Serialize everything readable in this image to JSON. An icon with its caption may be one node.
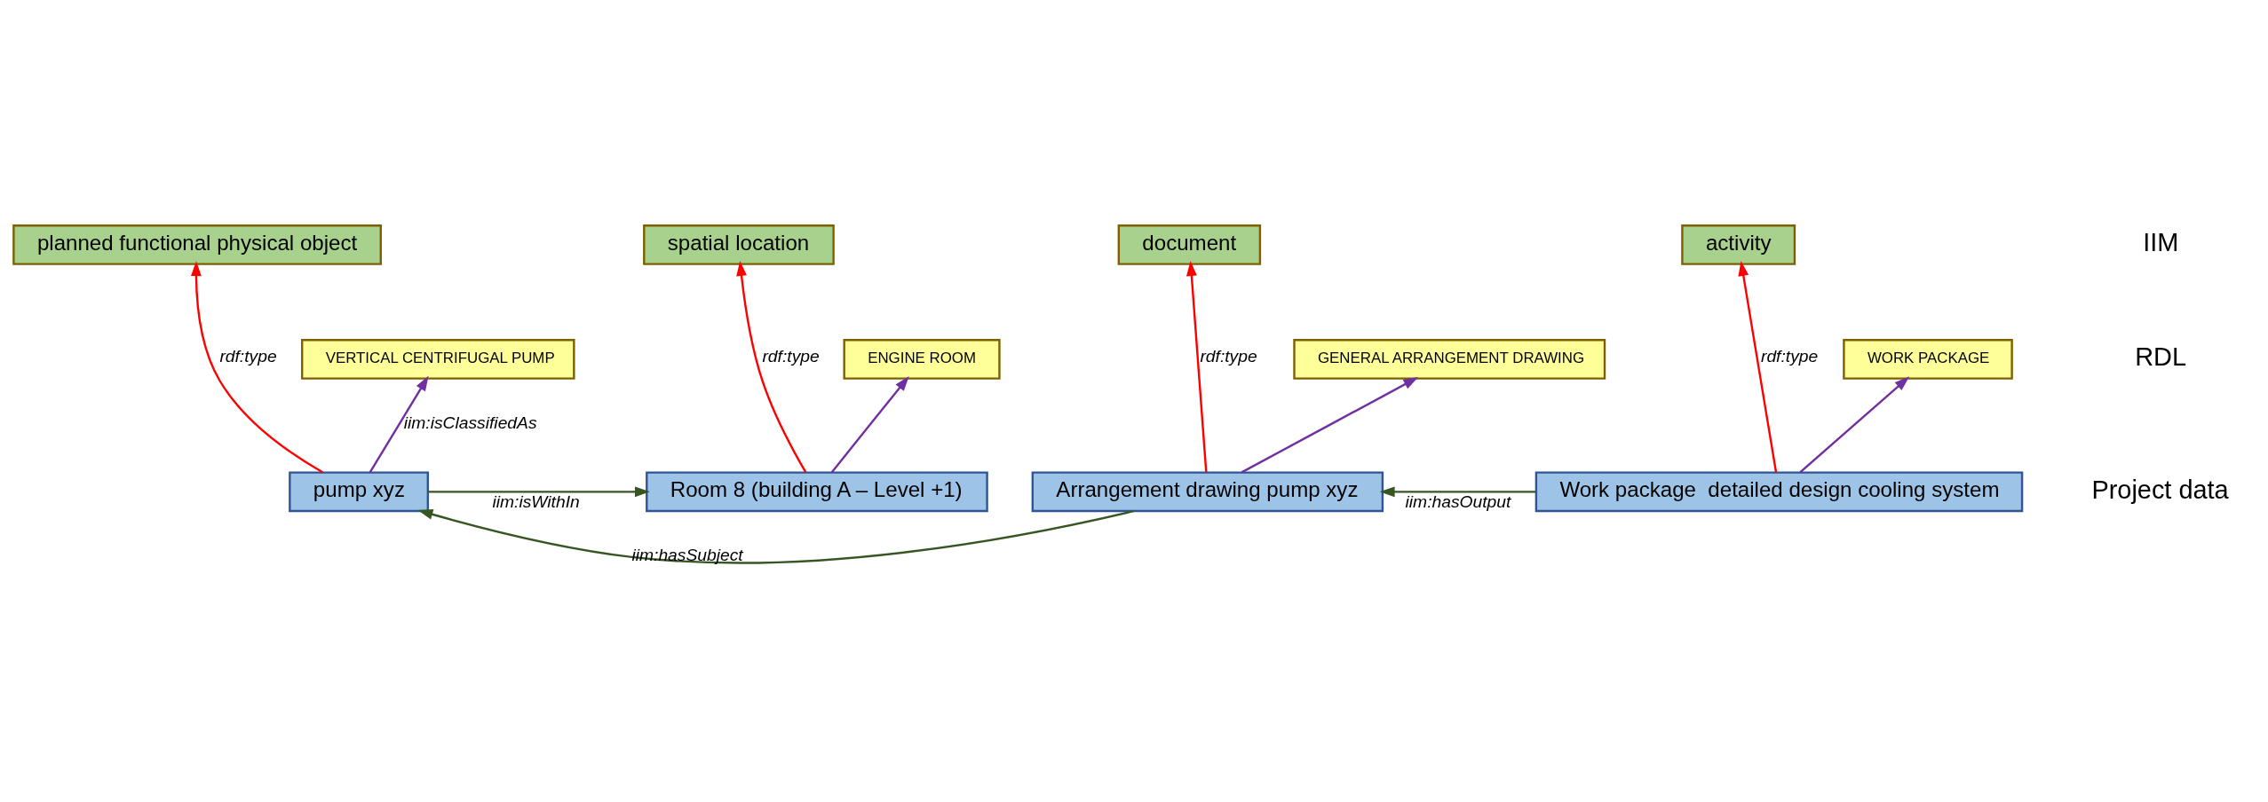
{
  "diagram": {
    "nodes": [
      {
        "text": [
          "planned functional physical object"
        ]
      },
      {
        "text": [
          "spatial location"
        ]
      },
      {
        "text": [
          "document"
        ]
      },
      {
        "text": [
          "activity"
        ]
      },
      {
        "text": [
          "VERTICAL CENTRIFUGAL PUMP"
        ]
      },
      {
        "text": [
          "ENGINE ROOM"
        ]
      },
      {
        "text": [
          "GENERAL ARRANGEMENT DRAWING"
        ]
      },
      {
        "text": [
          "WORK PACKAGE"
        ]
      },
      {
        "text": [
          "Room 8 (building A – Level +1)"
        ]
      },
      {
        "text": [
          "pump xyz"
        ]
      },
      {
        "text": [
          "Arrangement drawing pump xyz"
        ]
      },
      {
        "text": [
          "Work package  detailed design cooling system"
        ]
      }
    ],
    "edges": [
      {
        "from": 9,
        "to": 0,
        "arrow": "to",
        "label": "rdf:type",
        "color": "#ff0000"
      },
      {
        "from": 8,
        "to": 1,
        "arrow": "to",
        "label": "rdf:type",
        "color": "#ff0000"
      },
      {
        "from": 10,
        "to": 2,
        "arrow": "to",
        "label": "rdf:type",
        "color": "#ff0000"
      },
      {
        "from": 11,
        "to": 3,
        "arrow": "to",
        "label": "rdf:type",
        "color": "#ff0000"
      },
      {
        "from": 9,
        "to": 4,
        "arrow": "to",
        "label": "iim:isClassifiedAs",
        "color": "#7030a0"
      },
      {
        "from": 8,
        "to": 5,
        "arrow": "to",
        "color": "#7030a0"
      },
      {
        "from": 10,
        "to": 6,
        "arrow": "to",
        "color": "#7030a0"
      },
      {
        "from": 11,
        "to": 7,
        "arrow": "to",
        "color": "#7030a0"
      },
      {
        "from": 9,
        "to": 8,
        "arrow": "to",
        "label": "iim:isWithIn",
        "color": "#375623"
      },
      {
        "from": 10,
        "to": 9,
        "arrow": "to",
        "label": "iim:hasSubject",
        "color": "#375623"
      },
      {
        "from": 11,
        "to": 10,
        "arrow": "to",
        "label": "iim:hasOutput",
        "color": "#375623"
      }
    ],
    "labels": [
      "IIM",
      "RDL",
      "Project data"
    ]
  }
}
